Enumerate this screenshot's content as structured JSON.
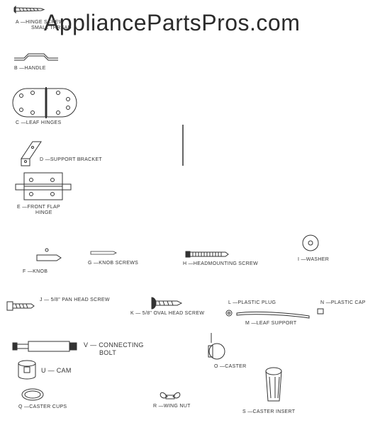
{
  "watermark": "AppliancePartsPros.com",
  "parts": {
    "A": {
      "letter": "A",
      "line1": "—HINGE SCREW",
      "line2": "SMALL THREAD"
    },
    "B": {
      "letter": "B",
      "text": "—HANDLE"
    },
    "C": {
      "letter": "C",
      "text": "—LEAF HINGES"
    },
    "D": {
      "letter": "D",
      "text": "—SUPPORT BRACKET"
    },
    "E": {
      "letter": "E",
      "line1": "—FRONT FLAP",
      "line2": "HINGE"
    },
    "F": {
      "letter": "F",
      "text": "—KNOB"
    },
    "G": {
      "letter": "G",
      "text": "—KNOB SCREWS"
    },
    "H": {
      "letter": "H",
      "text": "—HEADMOUNTING SCREW"
    },
    "I": {
      "letter": "I",
      "text": "—WASHER"
    },
    "J": {
      "letter": "J",
      "text": "— 5/8\" PAN HEAD SCREW"
    },
    "K": {
      "letter": "K",
      "text": "— 5/8\" OVAL HEAD SCREW"
    },
    "L": {
      "letter": "L",
      "text": "—PLASTIC PLUG"
    },
    "M": {
      "letter": "M",
      "text": "—LEAF SUPPORT"
    },
    "N": {
      "letter": "N",
      "text": "—PLASTIC CAP"
    },
    "O": {
      "letter": "O",
      "text": "—CASTER"
    },
    "Q": {
      "letter": "Q",
      "text": "—CASTER CUPS"
    },
    "R": {
      "letter": "R",
      "text": "—WING NUT"
    },
    "S": {
      "letter": "S",
      "text": "—CASTER INSERT"
    },
    "U": {
      "letter": "U",
      "text": "— CAM"
    },
    "V": {
      "letter": "V",
      "line1": "— CONNECTING",
      "line2": "BOLT"
    }
  },
  "colors": {
    "ink": "#333333",
    "background": "#ffffff"
  }
}
